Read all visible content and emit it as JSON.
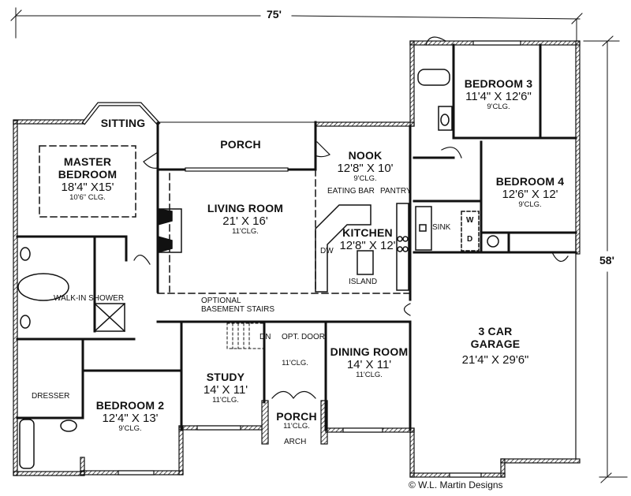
{
  "plan": {
    "overall_width": "75'",
    "overall_depth": "58'",
    "credit": "© W.L. Martin Designs"
  },
  "rooms": {
    "sitting": {
      "name": "SITTING"
    },
    "porch_rear": {
      "name": "PORCH"
    },
    "master": {
      "name_line1": "MASTER",
      "name_line2": "BEDROOM",
      "dim": "18'4\" X15'",
      "clg": "10'6\" CLG."
    },
    "living": {
      "name": "LIVING ROOM",
      "dim": "21' X 16'",
      "clg": "11'CLG."
    },
    "nook": {
      "name": "NOOK",
      "dim": "12'8\" X 10'",
      "clg": "9'CLG."
    },
    "kitchen": {
      "name": "KITCHEN",
      "dim": "12'8\" X 12'"
    },
    "bedroom3": {
      "name": "BEDROOM 3",
      "dim": "11'4\" X 12'6\"",
      "clg": "9'CLG."
    },
    "bedroom4": {
      "name": "BEDROOM 4",
      "dim": "12'6\" X 12'",
      "clg": "9'CLG."
    },
    "garage": {
      "name_line1": "3 CAR",
      "name_line2": "GARAGE",
      "dim": "21'4\" X 29'6\""
    },
    "dining": {
      "name": "DINING ROOM",
      "dim": "14' X 11'",
      "clg": "11'CLG."
    },
    "foyer": {
      "clg": "11'CLG."
    },
    "study": {
      "name": "STUDY",
      "dim": "14' X 11'",
      "clg": "11'CLG."
    },
    "porch_front": {
      "name": "PORCH",
      "clg": "11'CLG."
    },
    "bedroom2": {
      "name": "BEDROOM 2",
      "dim": "12'4\" X 13'",
      "clg": "9'CLG."
    }
  },
  "notes": {
    "eating_bar": "EATING BAR",
    "pantry": "PANTRY",
    "sink": "SINK",
    "island": "ISLAND",
    "dw": "DW",
    "washer": "W",
    "dryer": "D",
    "walk_in_shower": "WALK-IN SHOWER",
    "basement_stairs_1": "OPTIONAL",
    "basement_stairs_2": "BASEMENT STAIRS",
    "dn": "DN",
    "opt_door": "OPT. DOOR",
    "dresser": "DRESSER",
    "arch": "ARCH"
  }
}
